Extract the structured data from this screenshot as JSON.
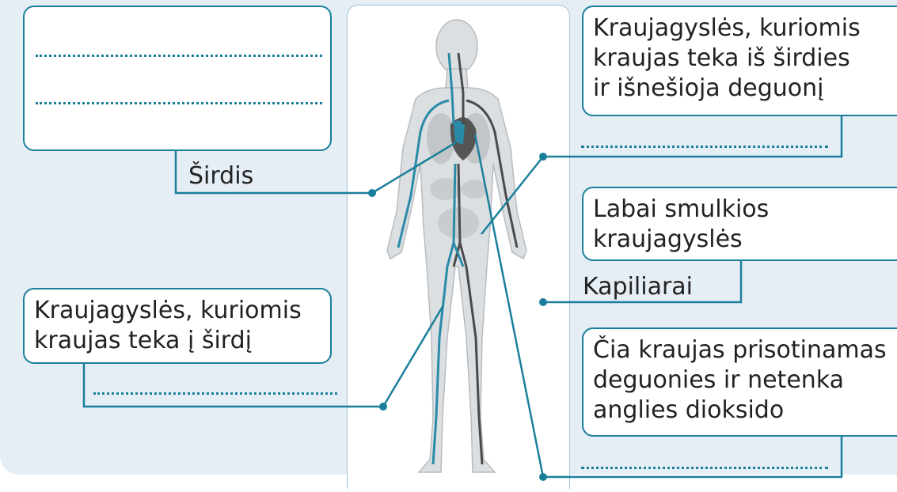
{
  "labels": {
    "heart": "Širdis",
    "capillaries": "Kapiliarai"
  },
  "boxes": {
    "arteries": {
      "line1": "Kraujagyslės, kuriomis",
      "line2": "kraujas teka iš širdies",
      "line3": "ir išnešioja deguonį"
    },
    "capillaries_desc": {
      "line1": "Labai smulkios",
      "line2": "kraujagyslės"
    },
    "veins": {
      "line1": "Kraujagyslės, kuriomis",
      "line2": "kraujas teka į širdį"
    },
    "lungs_desc": {
      "line1": "Čia kraujas prisotinamas",
      "line2": "deguonies ir netenka",
      "line3": "anglies dioksido"
    }
  },
  "colors": {
    "accent": "#1b7f9c",
    "background": "#e6eef5",
    "vein_blue": "#2a8ba8",
    "artery_gray": "#4a4a4a",
    "body_gray": "#d9dcde"
  },
  "icons": {
    "figure": "human-circulatory-system-illustration"
  }
}
